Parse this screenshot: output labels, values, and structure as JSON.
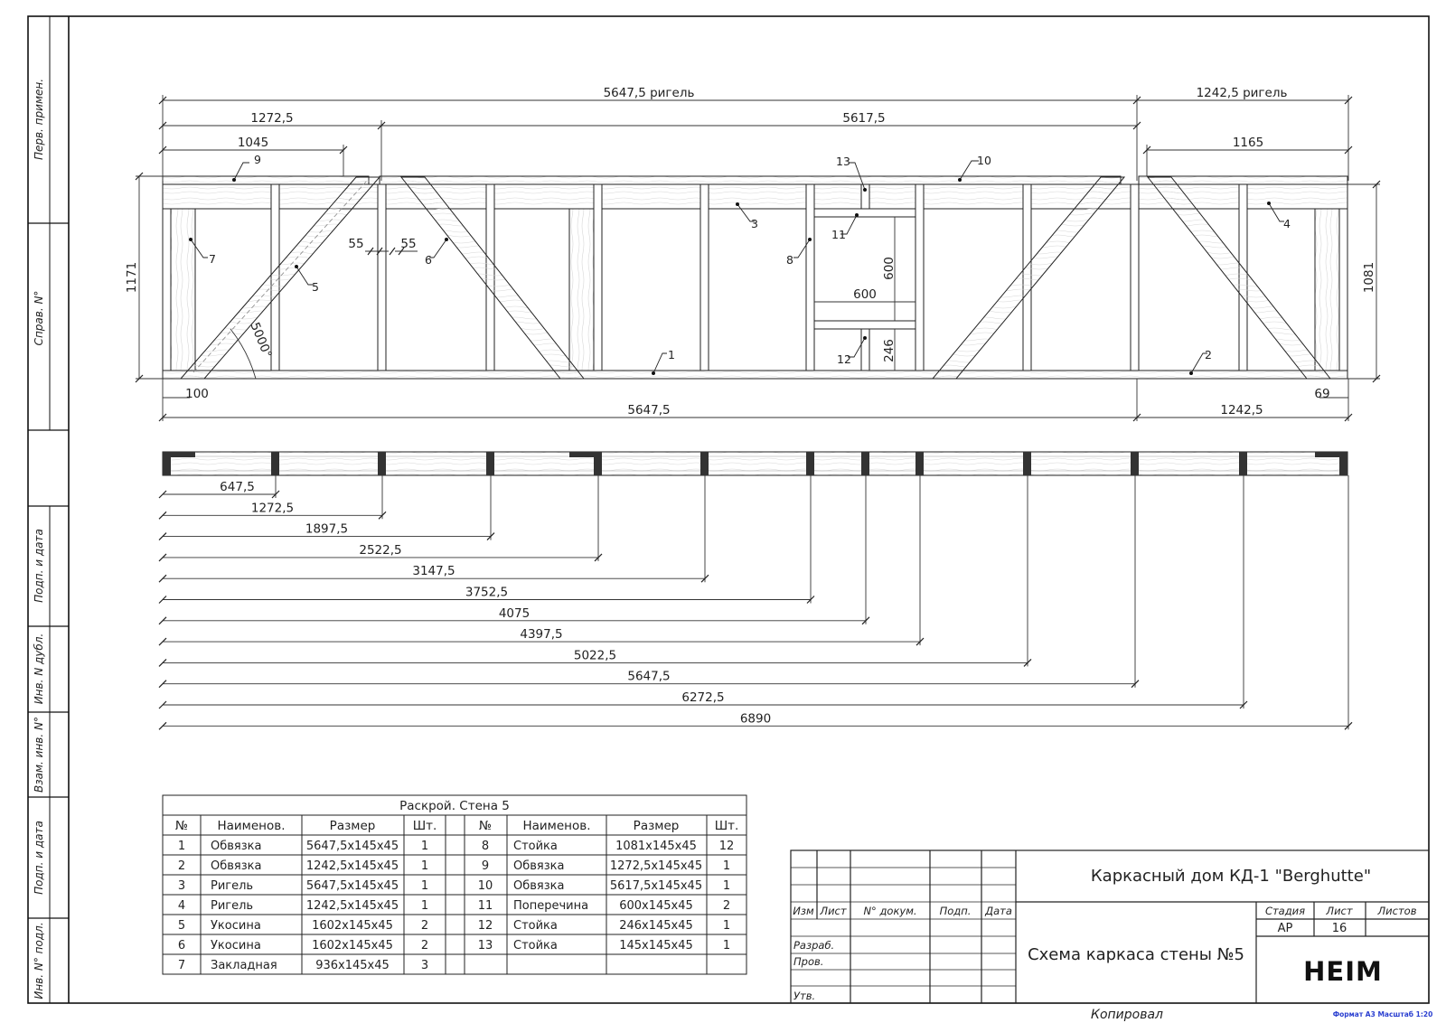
{
  "side_stamp": [
    {
      "text": "Перв. примен."
    },
    {
      "text": "Справ. N°"
    },
    {
      "text": "Подп. и дата"
    },
    {
      "text": "Инв. N дубл."
    },
    {
      "text": "Взам. инв. N°"
    },
    {
      "text": "Подп. и дата"
    },
    {
      "text": "Инв. N° подл."
    }
  ],
  "elevation": {
    "top_dims": {
      "d1": "5647,5 ригель",
      "d2": "1242,5 ригель",
      "d3": "1272,5",
      "d4": "5617,5",
      "d5": "1045",
      "d6": "1165"
    },
    "side_dims": {
      "left": "1171",
      "right": "1081"
    },
    "inner_dims": {
      "gap_a": "55",
      "gap_b": "55",
      "opening_h": "600",
      "opening_w": "600",
      "lower_h": "246",
      "angle": "5000°"
    },
    "bottom_dims": {
      "left_small": "100",
      "right_small": "69",
      "total_left": "5647,5",
      "total_right": "1242,5"
    },
    "labels": [
      "1",
      "2",
      "3",
      "4",
      "5",
      "6",
      "7",
      "8",
      "9",
      "10",
      "11",
      "12",
      "13"
    ]
  },
  "plan": {
    "chain": [
      "647,5",
      "1272,5",
      "1897,5",
      "2522,5",
      "3147,5",
      "3752,5",
      "4075",
      "4397,5",
      "5022,5",
      "5647,5",
      "6272,5",
      "6890"
    ]
  },
  "cut_table": {
    "title": "Раскрой. Стена 5",
    "headers": [
      "№",
      "Наименов.",
      "Размер",
      "Шт."
    ],
    "left_rows": [
      [
        "1",
        "Обвязка",
        "5647,5х145х45",
        "1"
      ],
      [
        "2",
        "Обвязка",
        "1242,5х145х45",
        "1"
      ],
      [
        "3",
        "Ригель",
        "5647,5х145х45",
        "1"
      ],
      [
        "4",
        "Ригель",
        "1242,5х145х45",
        "1"
      ],
      [
        "5",
        "Укосина",
        "1602х145х45",
        "2"
      ],
      [
        "6",
        "Укосина",
        "1602х145х45",
        "2"
      ],
      [
        "7",
        "Закладная",
        "936х145х45",
        "3"
      ]
    ],
    "right_rows": [
      [
        "8",
        "Стойка",
        "1081х145х45",
        "12"
      ],
      [
        "9",
        "Обвязка",
        "1272,5х145х45",
        "1"
      ],
      [
        "10",
        "Обвязка",
        "5617,5х145х45",
        "1"
      ],
      [
        "11",
        "Поперечина",
        "600х145х45",
        "2"
      ],
      [
        "12",
        "Стойка",
        "246х145х45",
        "1"
      ],
      [
        "13",
        "Стойка",
        "145х145х45",
        "1"
      ]
    ]
  },
  "title_block": {
    "project": "Каркасный дом КД-1 \"Berghutte\"",
    "sheet_title": "Схема каркаса стены №5",
    "col_headers": [
      "Изм",
      "Лист",
      "N° докум.",
      "Подп.",
      "Дата"
    ],
    "roles": [
      "Разраб.",
      "Пров.",
      "Утв."
    ],
    "stage_label": "Стадия",
    "sheet_label": "Лист",
    "sheets_label": "Листов",
    "stage": "АР",
    "sheet": "16",
    "sheets": "",
    "logo": "HEIM",
    "copied": "Копировал",
    "format": "Формат А3 Масштаб 1:20"
  }
}
